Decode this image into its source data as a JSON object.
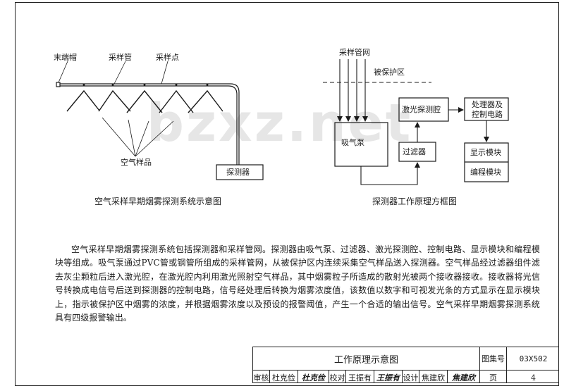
{
  "watermark": "bzxz.net",
  "left_diagram": {
    "labels": {
      "end_cap": "末端帽",
      "sampling_pipe": "采样管",
      "sampling_point": "采样点",
      "air_sample": "空气样品",
      "detector": "探测器"
    },
    "caption": "空气采样早期烟雾探测系统示意图"
  },
  "right_diagram": {
    "labels": {
      "pipe_network": "采样管网",
      "protected_zone": "被保护区",
      "pump": "吸气泵",
      "laser_chamber": "激光探测腔",
      "filter": "过滤器",
      "processor_line1": "处理器及",
      "processor_line2": "控制电路",
      "display_module": "显示模块",
      "program_module": "编程模块"
    },
    "caption": "探测器工作原理方框图"
  },
  "description": "空气采样早期烟雾探测系统包括探测器和采样管网。探测器由吸气泵、过滤器、激光探测腔、控制电路、显示模块和编程模块等组成。吸气泵通过PVC管或钢管所组成的采样管网，从被保护区内连续采集空气样品送入探测器。空气样品经过滤器组件滤去灰尘颗粒后进入激光腔，在激光腔内利用激光照射空气样品，其中烟雾粒子所造成的散射光被两个接收器接收。接收器将光信号转换成电信号后送到探测器的控制电路，信号经处理后转换为烟雾浓度值，该数值以数字和可视发光条的方式显示在显示模块上，指示被保护区中烟雾的浓度，并根据烟雾浓度以及预设的报警阈值，产生一个合适的输出信号。空气采样早期烟雾探测系统具有四级报警输出。",
  "title_block": {
    "title": "工作原理示意图",
    "atlas_label": "图集号",
    "atlas_no": "03X502",
    "review_label": "审核",
    "reviewer": "杜克俭",
    "reviewer_sig": "杜克俭",
    "check_label": "校对",
    "checker": "王振有",
    "checker_sig": "王振有",
    "design_label": "设计",
    "designer": "焦建欣",
    "designer_sig": "焦建欣",
    "page_label": "页",
    "page_no": "4"
  }
}
